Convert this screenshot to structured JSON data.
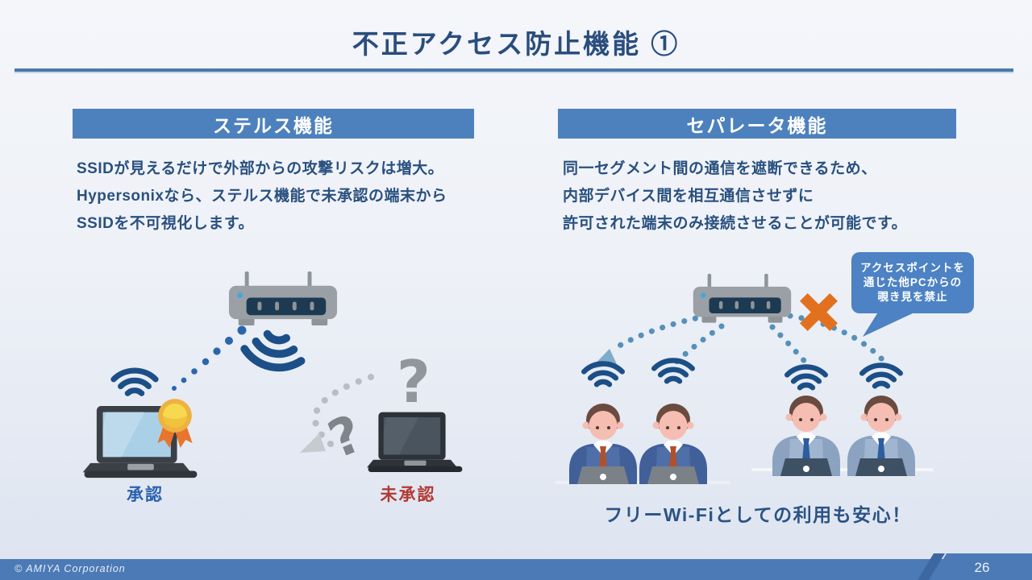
{
  "slide": {
    "title": "不正アクセス防止機能 ①",
    "footer": {
      "copyright": "© AMIYA Corporation",
      "page_number": "26"
    }
  },
  "stealth_section": {
    "header": "ステルス機能",
    "body_lines": [
      "SSIDが見えるだけで外部からの攻撃リスクは増大。",
      "Hypersonixなら、ステルス機能で未承認の端末から",
      "SSIDを不可視化します。"
    ],
    "approved_label": "承認",
    "unapproved_label": "未承認",
    "question_mark": "?"
  },
  "separator_section": {
    "header": "セパレータ機能",
    "body_lines": [
      "同一セグメント間の通信を遮断できるため、",
      "内部デバイス間を相互通信させずに",
      "許可された端末のみ接続させることが可能です。"
    ],
    "callout_lines": [
      "アクセスポイントを",
      "通じた他PCからの",
      "覗き見を禁止"
    ],
    "bottom_message": "フリーWi-Fiとしての利用も安心！"
  },
  "colors": {
    "title_text": "#2a4d7d",
    "section_header_bg": "#4d81bd",
    "body_text": "#29507f",
    "approved_label": "#2b62ae",
    "unapproved_label": "#b23a34",
    "callout_bg": "#4d82c4",
    "footer_bar": "#4b7ab6",
    "wifi_dark_blue": "#1c4f87",
    "dotted_link_blue": "#2b66ad",
    "dotted_link_steel": "#5590ba",
    "cross_orange": "#e2711f",
    "medal_gold": "#edb240"
  }
}
